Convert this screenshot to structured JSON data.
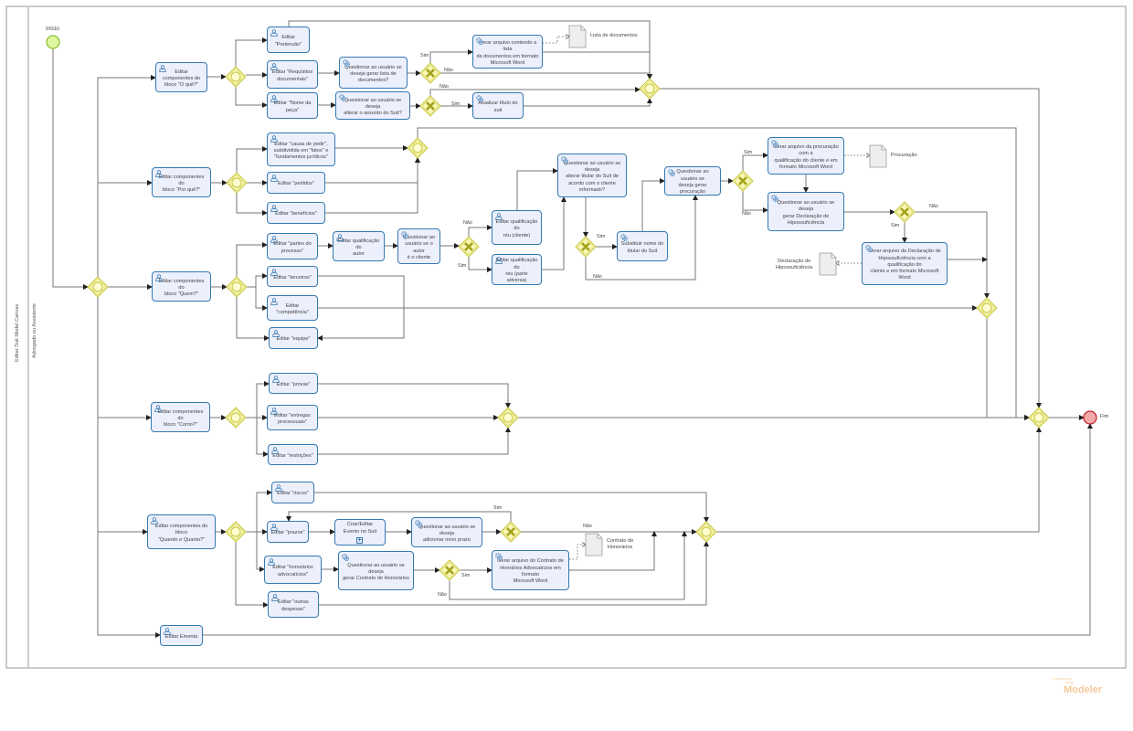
{
  "pool": {
    "title": "Editar Suit Model Canvas",
    "lane": "Advogado ou Assistente"
  },
  "colors": {
    "task_fill": "#eceffc",
    "task_border": "#3579b1",
    "gateway_fill": "#f7f7b5",
    "gateway_border": "#c9c640",
    "xor_mark": "#a3a21c",
    "start_fill": "#dff7a0",
    "start_border": "#8fbf33",
    "end_fill": "#f2a9a9",
    "end_border": "#c0272d",
    "flow": "#777777"
  },
  "nodes": [
    {
      "id": "start",
      "type": "start-event",
      "label": "Início"
    },
    {
      "id": "end",
      "type": "end-event",
      "label": "Fim"
    },
    {
      "id": "g0",
      "type": "inclusive-gateway",
      "label": ""
    },
    {
      "id": "t_oque",
      "type": "user-task",
      "label": "Editar componentes do\nbloco \"O quê?\""
    },
    {
      "id": "g1",
      "type": "inclusive-gateway",
      "label": ""
    },
    {
      "id": "t_pretensao",
      "type": "user-task",
      "label": "Editar \"Pretensão\""
    },
    {
      "id": "t_requisitos",
      "type": "user-task",
      "label": "Editar \"Requisitos\ndocumentais\""
    },
    {
      "id": "t_nome",
      "type": "user-task",
      "label": "Editar \"Nome da peça\""
    },
    {
      "id": "q_lista",
      "type": "service-task",
      "label": "Questionar ao usuário se\ndeseja gerar lista de\ndocumentos?"
    },
    {
      "id": "x1",
      "type": "exclusive-gateway",
      "label": ""
    },
    {
      "id": "s_lista",
      "type": "service-task",
      "label": "Gerar arquivo contendo a lista\nde documentos em formato\nMicrosoft Word"
    },
    {
      "id": "d_lista",
      "type": "data-object",
      "label": "Lista de documentos"
    },
    {
      "id": "q_assunto",
      "type": "service-task",
      "label": "Questionar ao usuário se deseja\nalterar o assunto do Suit?"
    },
    {
      "id": "x2",
      "type": "exclusive-gateway",
      "label": ""
    },
    {
      "id": "s_titulo",
      "type": "service-task",
      "label": "Atualizar título do suit"
    },
    {
      "id": "g1m",
      "type": "inclusive-gateway",
      "label": ""
    },
    {
      "id": "t_porque",
      "type": "user-task",
      "label": "Editar componentes do\nbloco \"Por quê?\""
    },
    {
      "id": "g2",
      "type": "inclusive-gateway",
      "label": ""
    },
    {
      "id": "t_causa",
      "type": "user-task",
      "label": "Editar \"causa de pedir\",\nsubdividida em \"fatos\" e\n\"fundamentos jurídicos\""
    },
    {
      "id": "t_pedidos",
      "type": "user-task",
      "label": "Editar \"pedidos\""
    },
    {
      "id": "t_beneficios",
      "type": "user-task",
      "label": "Editar \"benefícios\""
    },
    {
      "id": "g2m",
      "type": "inclusive-gateway",
      "label": ""
    },
    {
      "id": "t_quem",
      "type": "user-task",
      "label": "Editar componentes do\nbloco \"Quem?\""
    },
    {
      "id": "g3",
      "type": "inclusive-gateway",
      "label": ""
    },
    {
      "id": "t_partes",
      "type": "user-task",
      "label": "Editar \"partes do\nprocesso\""
    },
    {
      "id": "t_terceiros",
      "type": "user-task",
      "label": "Editar \"terceiros\""
    },
    {
      "id": "t_competencia",
      "type": "user-task",
      "label": "Editar \"competência\""
    },
    {
      "id": "t_equipe",
      "type": "user-task",
      "label": "Editar \"equipe\""
    },
    {
      "id": "t_qual_autor",
      "type": "user-task",
      "label": "Editar qualificação do\nautor"
    },
    {
      "id": "q_autor",
      "type": "service-task",
      "label": "Questionar ao\nusuário se o autor\né o cliente"
    },
    {
      "id": "x3",
      "type": "exclusive-gateway",
      "label": ""
    },
    {
      "id": "t_reu_cliente",
      "type": "user-task",
      "label": "Editar qualificação do\nréu (cliente)"
    },
    {
      "id": "t_reu_adversa",
      "type": "user-task",
      "label": "Editar qualificação do\nréu (parte adversa)"
    },
    {
      "id": "q_titular",
      "type": "service-task",
      "label": "Questionar ao usuário se deseja\nalterar titular do Suit de\nacordo com o cliente\ninformado?"
    },
    {
      "id": "x4",
      "type": "exclusive-gateway",
      "label": ""
    },
    {
      "id": "s_titular",
      "type": "service-task",
      "label": "Substituir nome do\ntitular do Suit"
    },
    {
      "id": "q_procuracao",
      "type": "service-task",
      "label": "Questionar ao usuário se\ndeseja gerar procuração"
    },
    {
      "id": "x5",
      "type": "exclusive-gateway",
      "label": ""
    },
    {
      "id": "s_procuracao",
      "type": "service-task",
      "label": "Gerar arquivo da procuração com a\nqualificação do cliente e em\nformato Microsoft Word"
    },
    {
      "id": "d_procuracao",
      "type": "data-object",
      "label": "Procuração"
    },
    {
      "id": "q_hipo",
      "type": "service-task",
      "label": "Questionar ao usuário se deseja\ngerar Declaração de\nHipossuficiência"
    },
    {
      "id": "x6",
      "type": "exclusive-gateway",
      "label": ""
    },
    {
      "id": "s_hipo",
      "type": "service-task",
      "label": "Gerar arquivo da Declaração de\nHipossuficiência com a qualificação do\ncliente e em formato Microsoft Word"
    },
    {
      "id": "d_hipo",
      "type": "data-object",
      "label": "Declaração de\nHipossuficiência"
    },
    {
      "id": "g3m",
      "type": "inclusive-gateway",
      "label": ""
    },
    {
      "id": "t_como",
      "type": "user-task",
      "label": "Editar componentes do\nbloco \"Como?\""
    },
    {
      "id": "g4",
      "type": "inclusive-gateway",
      "label": ""
    },
    {
      "id": "t_provas",
      "type": "user-task",
      "label": "Editar \"provas\""
    },
    {
      "id": "t_entregas",
      "type": "user-task",
      "label": "Editar \"entregas\nprocessuais\""
    },
    {
      "id": "t_restricoes",
      "type": "user-task",
      "label": "Editar \"restrições\""
    },
    {
      "id": "g4m",
      "type": "inclusive-gateway",
      "label": ""
    },
    {
      "id": "gf",
      "type": "inclusive-gateway",
      "label": ""
    },
    {
      "id": "t_quando",
      "type": "user-task",
      "label": "Editar componentes do bloco\n\"Quando e Quanto?\""
    },
    {
      "id": "g5",
      "type": "inclusive-gateway",
      "label": ""
    },
    {
      "id": "t_riscos",
      "type": "user-task",
      "label": "Editar \"riscos\""
    },
    {
      "id": "t_prazos",
      "type": "user-task",
      "label": "Editar \"prazos\""
    },
    {
      "id": "sp_evento",
      "type": "subprocess",
      "label": "Criar/Editar\nEvento no Suit"
    },
    {
      "id": "q_prazo",
      "type": "service-task",
      "label": "Questionar ao usuário se deseja\nadicionar novo prazo"
    },
    {
      "id": "x7",
      "type": "exclusive-gateway",
      "label": ""
    },
    {
      "id": "t_honorarios",
      "type": "user-task",
      "label": "Editar \"honorários\nadvocatícios\""
    },
    {
      "id": "q_contrato",
      "type": "service-task",
      "label": "Questionar ao usuário se deseja\ngerar Contrato de Honorários"
    },
    {
      "id": "x8",
      "type": "exclusive-gateway",
      "label": ""
    },
    {
      "id": "s_contrato",
      "type": "service-task",
      "label": "Gerar arquivo do Contrato de\nHonrários Advocatícios em formato\nMicrosoft Word"
    },
    {
      "id": "d_contrato",
      "type": "data-object",
      "label": "Contrato de\nHonorários"
    },
    {
      "id": "t_despesas",
      "type": "user-task",
      "label": "Editar \"outras\ndespesas\""
    },
    {
      "id": "g5m",
      "type": "inclusive-gateway",
      "label": ""
    },
    {
      "id": "t_ementa",
      "type": "user-task",
      "label": "Editar Ementa"
    }
  ],
  "edge_labels": [
    "Sim",
    "Não",
    "Não",
    "Sim",
    "Não",
    "Sim",
    "Sim",
    "Não",
    "Sim",
    "Não",
    "Não",
    "Sim",
    "Sim",
    "Não",
    "Sim",
    "Não"
  ],
  "watermark": {
    "powered": "Powered by",
    "brand": "bizagi",
    "product": "Modeler"
  }
}
